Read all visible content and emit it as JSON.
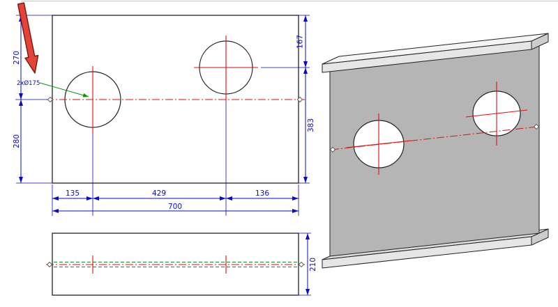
{
  "front_view": {
    "dims": {
      "top_to_center": "270",
      "center_to_bottom": "280",
      "top_to_hole2": "167",
      "hole2_to_bottom": "383",
      "left_to_hole1": "135",
      "hole1_to_hole2": "429",
      "hole2_to_right": "136",
      "total_width": "700"
    },
    "hole_label": "2xØ175"
  },
  "top_view": {
    "dims": {
      "depth": "210"
    }
  },
  "colors": {
    "dimension": "#0a0ac8",
    "centerline": "#dd1111",
    "hidden_line": "#159015",
    "leader": "#159015",
    "outline": "#222222",
    "arrow_fill": "#e2443b",
    "arrow_stroke": "#7a150d",
    "beam_web": "#b5b5b5",
    "beam_flange_front": "#e6e6e6",
    "beam_flange_top": "#f4f4f4",
    "beam_flange_end": "#cdcdcd",
    "beam_bottom_top": "#dcdcdc"
  }
}
